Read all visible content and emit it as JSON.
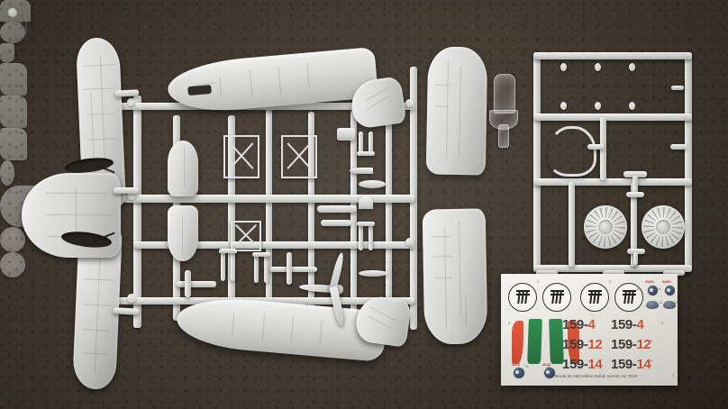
{
  "photo": {
    "subject": "plastic model aircraft kit sprues and decal sheet",
    "background_color": "#3b332a",
    "plastic_color": "#d9d9d6",
    "clear_part_color": "#e6ebee"
  },
  "decal_sheet": {
    "background_color": "#f1efe8",
    "credit_line": "Breda 65 A80   Nibbio Italian service      AZ 7618",
    "serials": [
      {
        "prefix": "159-",
        "suffix": "4"
      },
      {
        "prefix": "159-",
        "suffix": "12"
      },
      {
        "prefix": "159-",
        "suffix": "14"
      }
    ],
    "serial_columns": 2,
    "roundel_count": 4,
    "roundel_name": "fasces-roundel",
    "flag_colors": {
      "red": "#dd5437",
      "green": "#2f8a4e",
      "white": "#f4f3ee"
    },
    "part_numbers": [
      "1",
      "2",
      "3",
      "4",
      "5",
      "6",
      "7",
      "8",
      "9",
      "10",
      "11",
      "12",
      "13",
      "14",
      "15",
      "16"
    ],
    "serial_accent_color": "#d4553a"
  },
  "sprues": [
    {
      "id": "A",
      "name": "main-airframe-sprue",
      "parts": [
        "lower-wing",
        "fuselage-half-left",
        "fuselage-half-right",
        "horizontal-stabilizer-upper",
        "horizontal-stabilizer-lower",
        "propeller",
        "landing-gear-legs",
        "struts",
        "small-detail-parts"
      ]
    },
    {
      "id": "B",
      "name": "engine-detail-sprue",
      "parts": [
        "cowling-panel-1",
        "cowling-panel-2",
        "cowling-panel-3",
        "spinner",
        "exhaust-ring",
        "cowl-front",
        "radial-engine-1",
        "radial-engine-2",
        "wheel-1",
        "wheel-2",
        "tailwheel"
      ]
    },
    {
      "id": "C",
      "name": "clear-sprue",
      "parts": [
        "canopy",
        "windscreen"
      ]
    }
  ]
}
